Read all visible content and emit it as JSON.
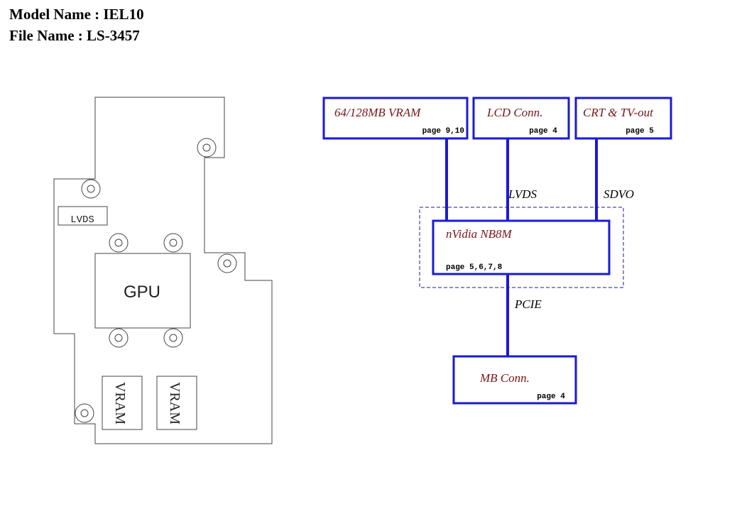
{
  "header": {
    "model_line": "Model Name : IEL10",
    "file_line": "File Name : LS-3457"
  },
  "board": {
    "lvds_label": "LVDS",
    "gpu_label": "GPU",
    "vram_labels": [
      "VRAM",
      "VRAM"
    ]
  },
  "blocks": {
    "vram": {
      "title": "64/128MB VRAM",
      "page": "page 9,10"
    },
    "lcd": {
      "title": "LCD Conn.",
      "page": "page 4"
    },
    "crt": {
      "title": "CRT & TV-out",
      "page": "page 5"
    },
    "gpu": {
      "title": "nVidia NB8M",
      "page": "page 5,6,7,8"
    },
    "mb": {
      "title": "MB Conn.",
      "page": "page 4"
    }
  },
  "buses": {
    "lvds": "LVDS",
    "sdvo": "SDVO",
    "pcie": "PCIE"
  },
  "colors": {
    "block_border": "#1a1ad6",
    "block_title": "#7a1418",
    "dashed": "#1a1a9a",
    "outline": "#444444"
  }
}
